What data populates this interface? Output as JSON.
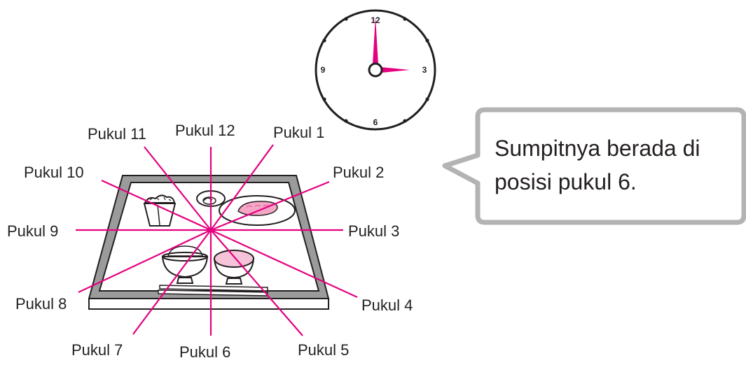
{
  "clock": {
    "numbers": {
      "n12": "12",
      "n3": "3",
      "n6": "6",
      "n9": "9"
    },
    "hand_color": "#e4007f",
    "time_shown": "3:00"
  },
  "directions": {
    "p12": "Pukul 12",
    "p1": "Pukul 1",
    "p2": "Pukul 2",
    "p3": "Pukul 3",
    "p4": "Pukul 4",
    "p5": "Pukul 5",
    "p6": "Pukul 6",
    "p7": "Pukul 7",
    "p8": "Pukul 8",
    "p9": "Pukul 9",
    "p10": "Pukul 10",
    "p11": "Pukul 11"
  },
  "bubble": {
    "line1": "Sumpitnya berada di",
    "line2": "posisi pukul 6."
  },
  "colors": {
    "ray": "#e4007f",
    "rice_bowl_fill": "#f7c3d9",
    "fish": "#f5a6c6",
    "bubble_border": "#b3b3b3",
    "tray_rim": "#9b9b9b"
  }
}
